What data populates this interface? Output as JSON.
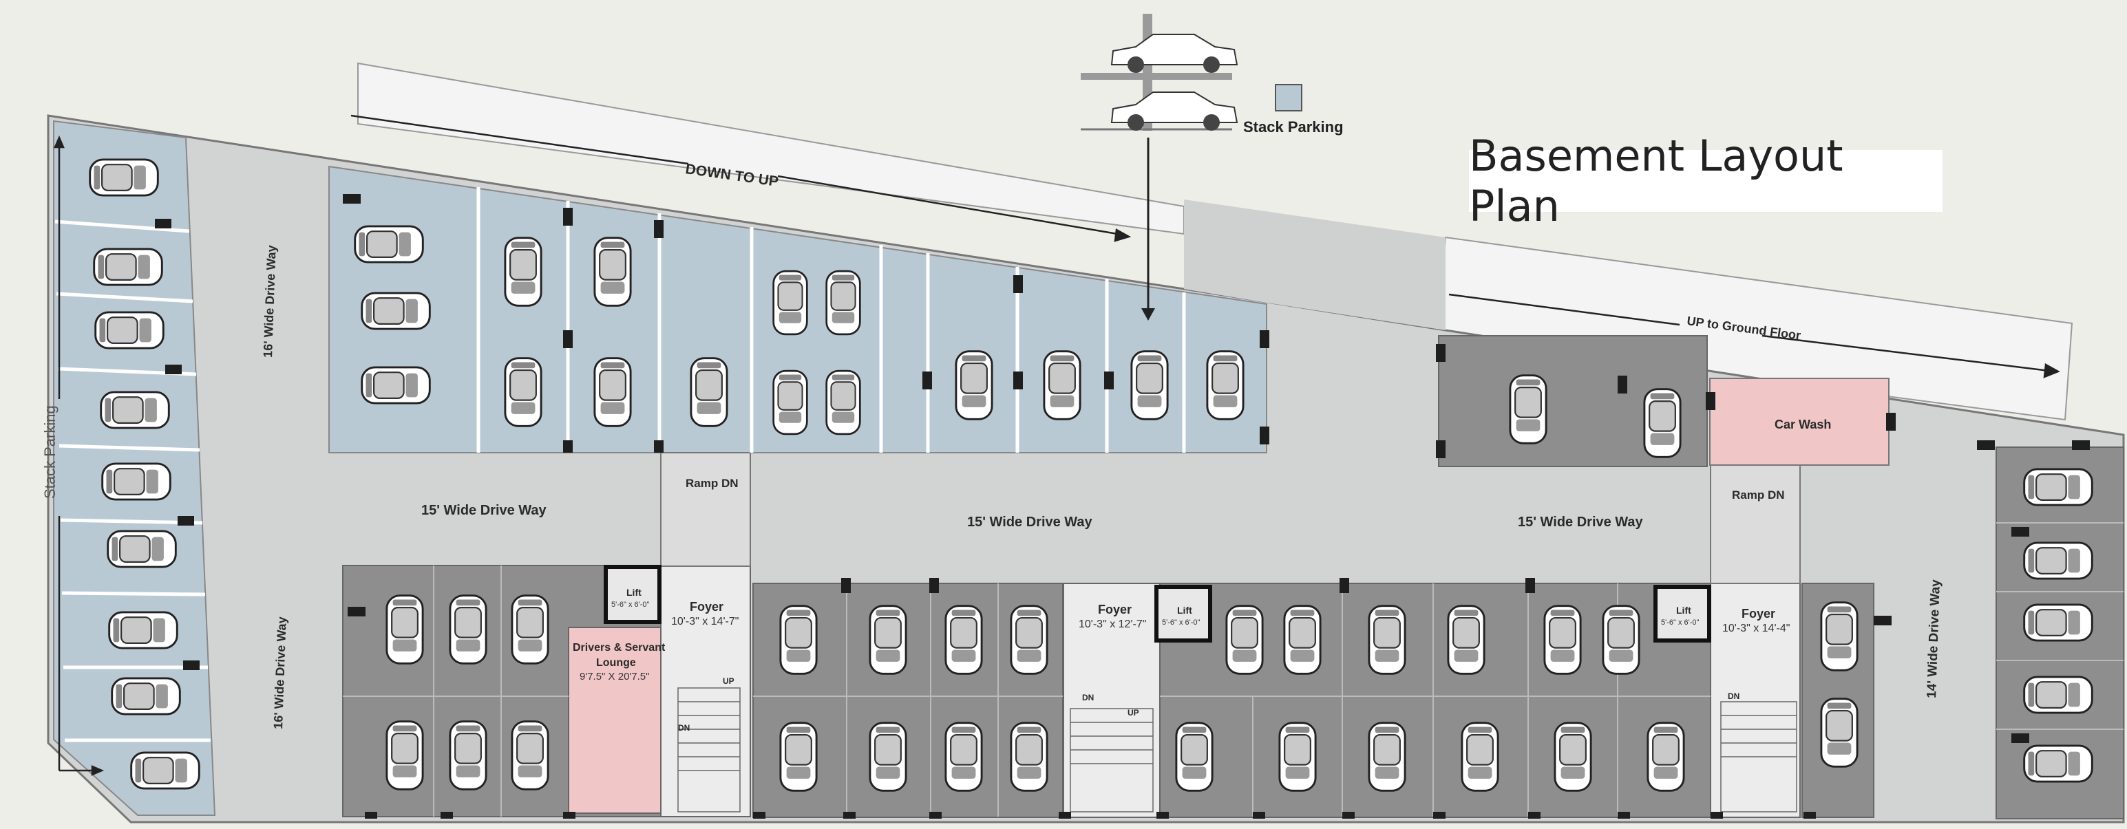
{
  "title": "Basement Layout Plan",
  "legend": {
    "label": "Stack Parking",
    "swatch_color": "#b9c9d4"
  },
  "ramps": {
    "down_to_up": "DOWN TO UP",
    "up_to_ground": "UP to Ground Floor",
    "ramp_dn_1": "Ramp DN",
    "ramp_dn_2": "Ramp DN"
  },
  "driveways": {
    "left_upper": "16' Wide Drive Way",
    "left_lower": "16' Wide Drive Way",
    "center_left": "15' Wide Drive Way",
    "center": "15' Wide Drive Way",
    "center_right": "15' Wide Drive Way",
    "right": "14' Wide Drive Way"
  },
  "side_label": "Stack Parking",
  "rooms": {
    "car_wash": "Car Wash",
    "lounge_name_1": "Drivers & Servant",
    "lounge_name_2": "Lounge",
    "lounge_size": "9'7.5\" X 20'7.5\"",
    "foyer_1_name": "Foyer",
    "foyer_1_size": "10'-3\" x 14'-7\"",
    "foyer_2_name": "Foyer",
    "foyer_2_size": "10'-3\" x 12'-7\"",
    "foyer_3_name": "Foyer",
    "foyer_3_size": "10'-3\" x 14'-4\"",
    "lift_1_name": "Lift",
    "lift_1_size": "5'-6\" x 6'-0\"",
    "lift_2_name": "Lift",
    "lift_2_size": "5'-6\" x 6'-0\"",
    "lift_3_name": "Lift",
    "lift_3_size": "5'-6\" x 6'-0\""
  },
  "stairs": {
    "up_1": "UP",
    "dn_1": "DN",
    "up_2": "UP",
    "dn_2": "DN",
    "dn_3": "DN"
  },
  "colors": {
    "stack": "#b9c9d4",
    "normal": "#8e8e8e",
    "drive": "#d2d3d3",
    "car_wash": "#f1c6c7",
    "lounge": "#f1c6c7"
  }
}
